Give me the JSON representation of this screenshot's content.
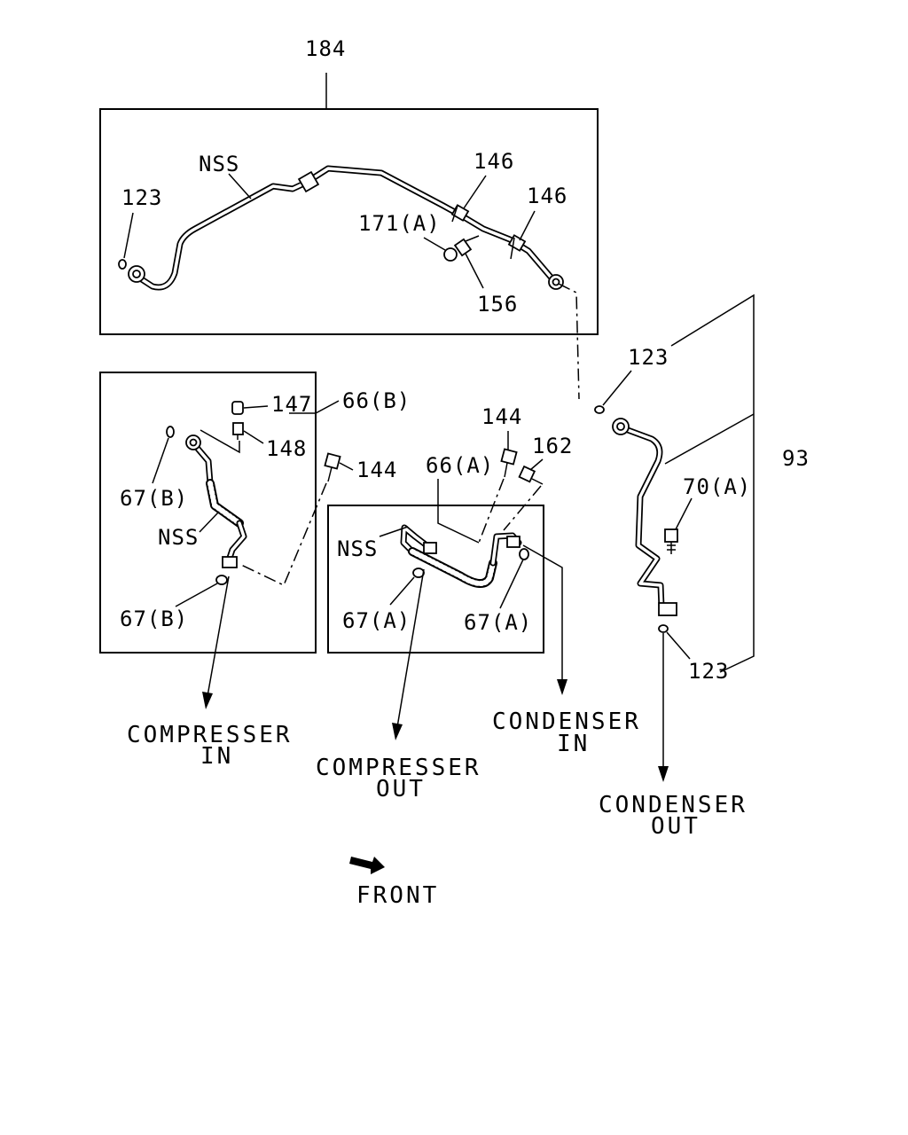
{
  "callouts": {
    "c184": "184",
    "nss_top": "NSS",
    "c123_top": "123",
    "c146_a": "146",
    "c146_b": "146",
    "c171a": "171(A)",
    "c156": "156",
    "c123_mid": "123",
    "c147": "147",
    "c66b": "66(B)",
    "c148": "148",
    "c67b_upper": "67(B)",
    "nss_left": "NSS",
    "c67b_lower": "67(B)",
    "c144_left": "144",
    "c144_mid": "144",
    "c162": "162",
    "c66a": "66(A)",
    "nss_mid": "NSS",
    "c67a_left": "67(A)",
    "c67a_right": "67(A)",
    "c93": "93",
    "c70a": "70(A)",
    "c123_bottom": "123"
  },
  "destinations": {
    "compresser_in_1": "COMPRESSER",
    "compresser_in_2": "IN",
    "compresser_out_1": "COMPRESSER",
    "compresser_out_2": "OUT",
    "condenser_in_1": "CONDENSER",
    "condenser_in_2": "IN",
    "condenser_out_1": "CONDENSER",
    "condenser_out_2": "OUT"
  },
  "direction": {
    "front_label": "FRONT",
    "front_icon": "arrow-icon"
  }
}
